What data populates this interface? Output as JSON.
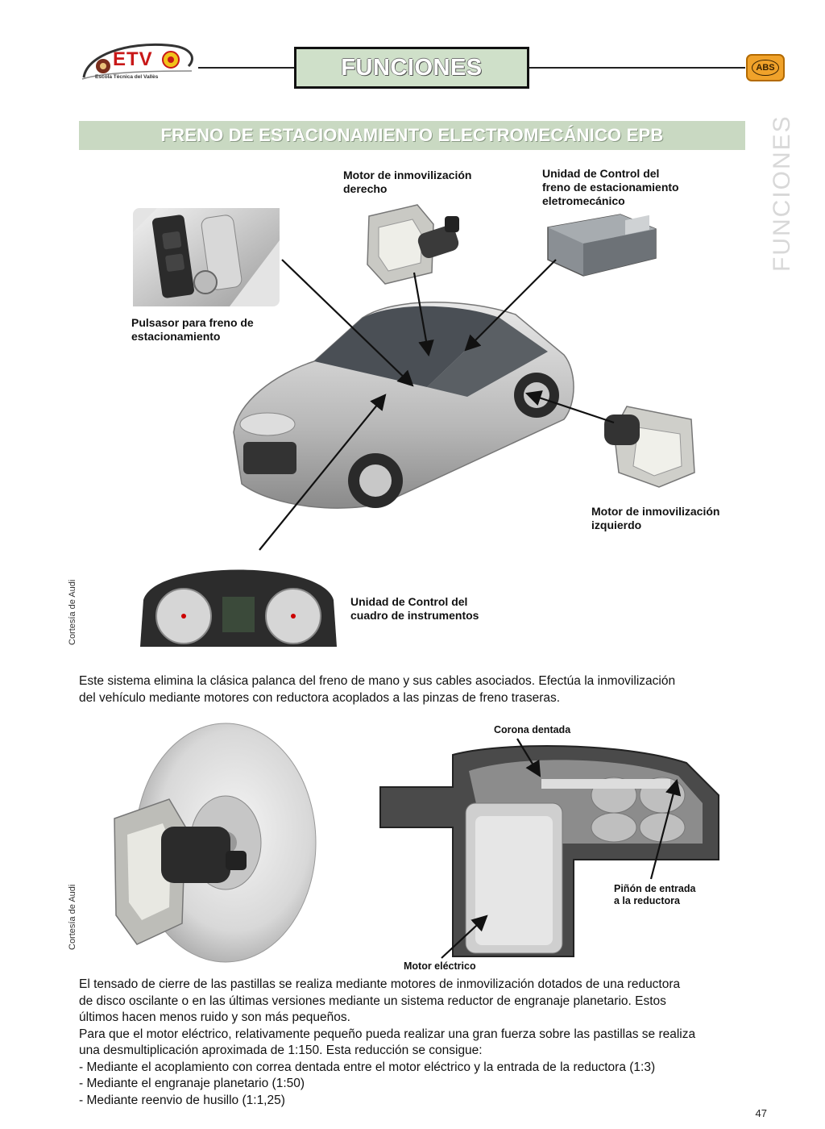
{
  "header": {
    "logo_text": "ETV",
    "logo_subtitle": "Escola Tècnica del Vallès",
    "title": "FUNCIONES",
    "badge": "ABS"
  },
  "section_title": "FRENO DE ESTACIONAMIENTO ELECTROMECÁNICO EPB",
  "side_title": "FUNCIONES",
  "courtesy": "Cortesía de Audi",
  "labels": {
    "motor_right": [
      "Motor de inmovilización",
      "derecho"
    ],
    "control_unit": [
      "Unidad de Control del",
      "freno de estacionamiento",
      "eletromecánico"
    ],
    "button": [
      "Pulsasor para freno de",
      "estacionamiento"
    ],
    "motor_left": [
      "Motor de inmovilización",
      "izquierdo"
    ],
    "cluster": [
      "Unidad de Control del",
      "cuadro de instrumentos"
    ]
  },
  "paragraph1": [
    "Este sistema elimina la clásica palanca del freno de mano y sus cables asociados. Efectúa la inmovilización",
    "del vehículo mediante motores con reductora acoplados a las pinzas de freno traseras."
  ],
  "gear_labels": {
    "ring": "Corona dentada",
    "pinion": [
      "Piñón de entrada",
      "a la reductora"
    ],
    "motor": "Motor eléctrico"
  },
  "paragraph2": [
    "El tensado de cierre de las pastillas se realiza mediante motores de inmovilización dotados de una reductora",
    "de disco oscilante o en las últimas versiones mediante un sistema reductor de engranaje planetario. Estos",
    "últimos hacen menos ruido y son más pequeños.",
    "Para que el motor eléctrico, relativamente pequeño pueda realizar una gran fuerza sobre las pastillas se realiza",
    "una desmultiplicación aproximada de 1:150. Esta reducción se consigue:",
    "- Mediante el acoplamiento con correa dentada entre el motor eléctrico y la entrada de la reductora (1:3)",
    "- Mediante el engranaje planetario (1:50)",
    "- Mediante reenvio de husillo (1:1,25)"
  ],
  "page_number": "47"
}
